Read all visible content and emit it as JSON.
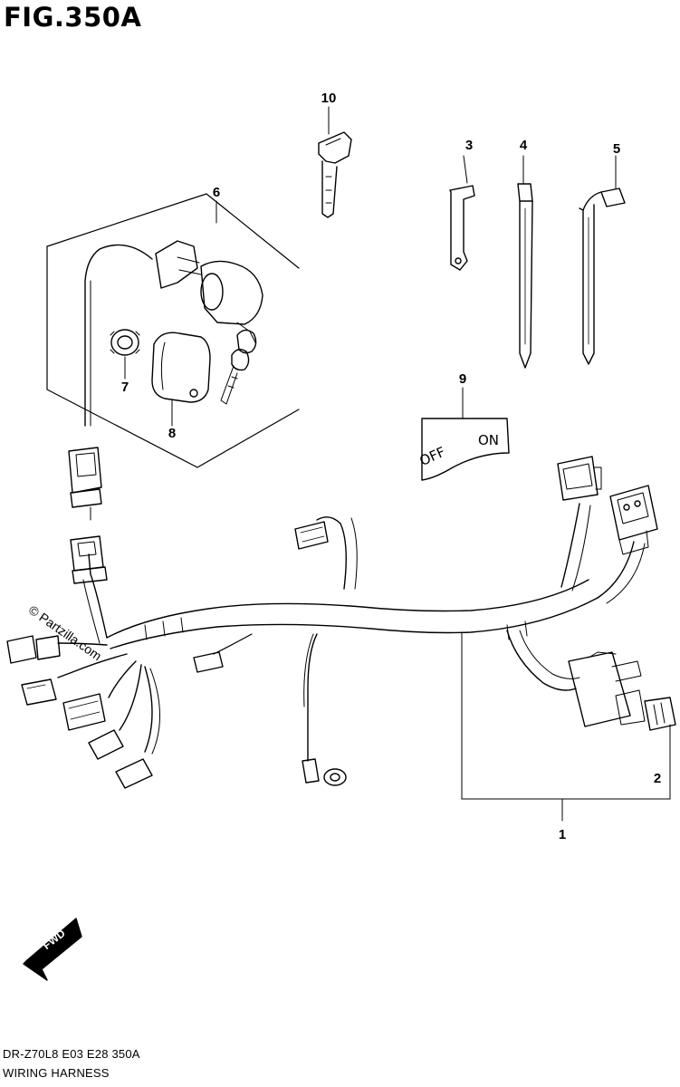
{
  "figure": {
    "title": "FIG.350A",
    "model_code": "DR-Z70L8  E03  E28  350A",
    "caption": "WIRING HARNESS"
  },
  "callouts": {
    "c1": "1",
    "c2": "2",
    "c3": "3",
    "c4": "4",
    "c5": "5",
    "c6": "6",
    "c7": "7",
    "c8": "8",
    "c9": "9",
    "c10": "10"
  },
  "switch_plate": {
    "off": "OFF",
    "on": "ON"
  },
  "fwd_arrow": {
    "label": "FWD"
  },
  "watermark": {
    "text": "© Partzilla.com"
  },
  "colors": {
    "line": "#000000",
    "background": "#ffffff"
  }
}
